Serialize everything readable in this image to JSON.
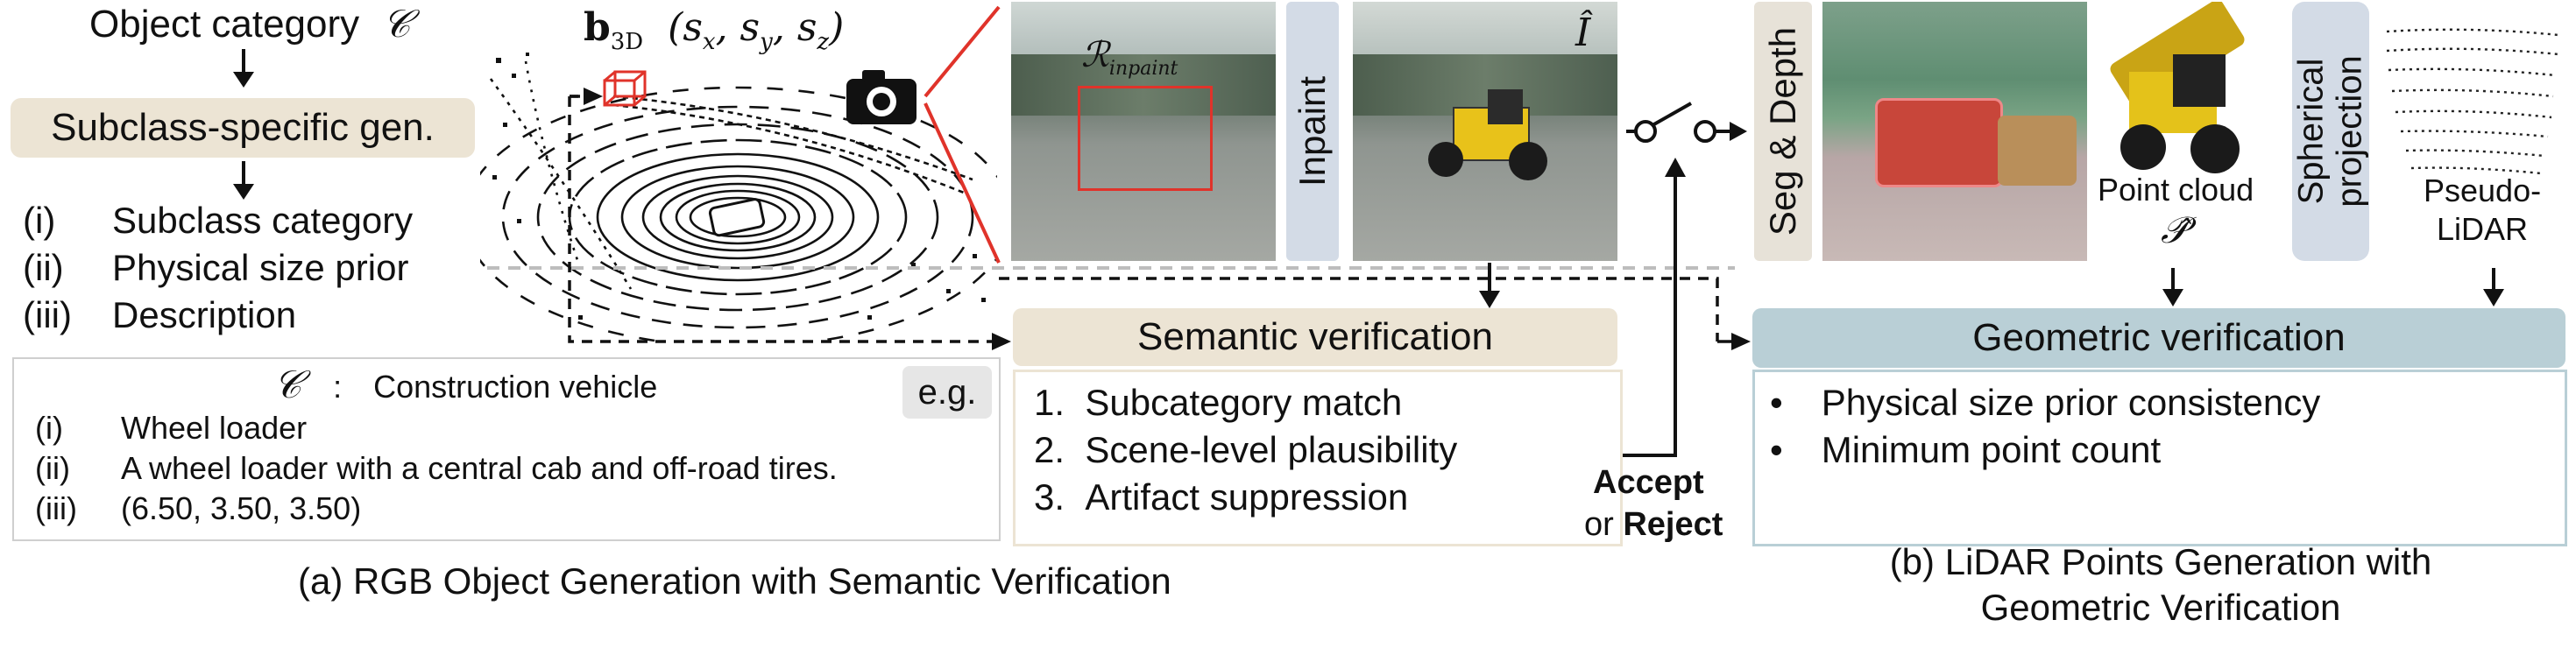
{
  "left": {
    "object_category_label": "Object category",
    "category_symbol": "𝒞",
    "subclass_box": "Subclass-specific gen.",
    "outputs": [
      {
        "num": "(i)",
        "text": "Subclass category"
      },
      {
        "num": "(ii)",
        "text": "Physical size prior"
      },
      {
        "num": "(iii)",
        "text": "Description"
      }
    ],
    "example": {
      "symbol": "𝒞",
      "colon": ":",
      "category": "Construction vehicle",
      "eg_tag": "e.g.",
      "rows": [
        {
          "num": "(i)",
          "text": "Wheel loader"
        },
        {
          "num": "(ii)",
          "text": "A wheel loader with a central cab and off-road tires."
        },
        {
          "num": "(iii)",
          "text": "(6.50, 3.50, 3.50)"
        }
      ]
    }
  },
  "bbox_label": {
    "b": "b",
    "sub": "3D",
    "args": "(s",
    "x": "x",
    "c1": ", s",
    "y": "y",
    "c2": ", s",
    "z": "z",
    "end": ")"
  },
  "images": {
    "inpaint_region": {
      "R": "ℛ",
      "sub": "inpaint"
    },
    "inpaint_label": "Inpaint",
    "result_symbol": "Î"
  },
  "semantic": {
    "title": "Semantic verification",
    "items": [
      {
        "num": "1.",
        "text": "Subcategory match"
      },
      {
        "num": "2.",
        "text": "Scene-level plausibility"
      },
      {
        "num": "3.",
        "text": "Artifact suppression"
      }
    ],
    "accept": "Accept",
    "or": "or",
    "reject": "Reject"
  },
  "right": {
    "seg_depth": "Seg & Depth",
    "point_cloud": "Point cloud",
    "point_cloud_symbol": "𝒫̂",
    "spherical": [
      "Spherical",
      "projection"
    ],
    "pseudo": [
      "Pseudo-",
      "LiDAR"
    ]
  },
  "geometric": {
    "title": "Geometric verification",
    "items": [
      "Physical size prior consistency",
      "Minimum point count"
    ],
    "bullet": "•"
  },
  "captions": {
    "a": "(a)  RGB Object Generation with Semantic Verification",
    "b": [
      "(b) LiDAR Points Generation with",
      "Geometric Verification"
    ]
  },
  "colors": {
    "beige": "#ece4d4",
    "slate": "#d3dbe6",
    "teal_header": "#b9cfd6",
    "red": "#e0332a"
  }
}
